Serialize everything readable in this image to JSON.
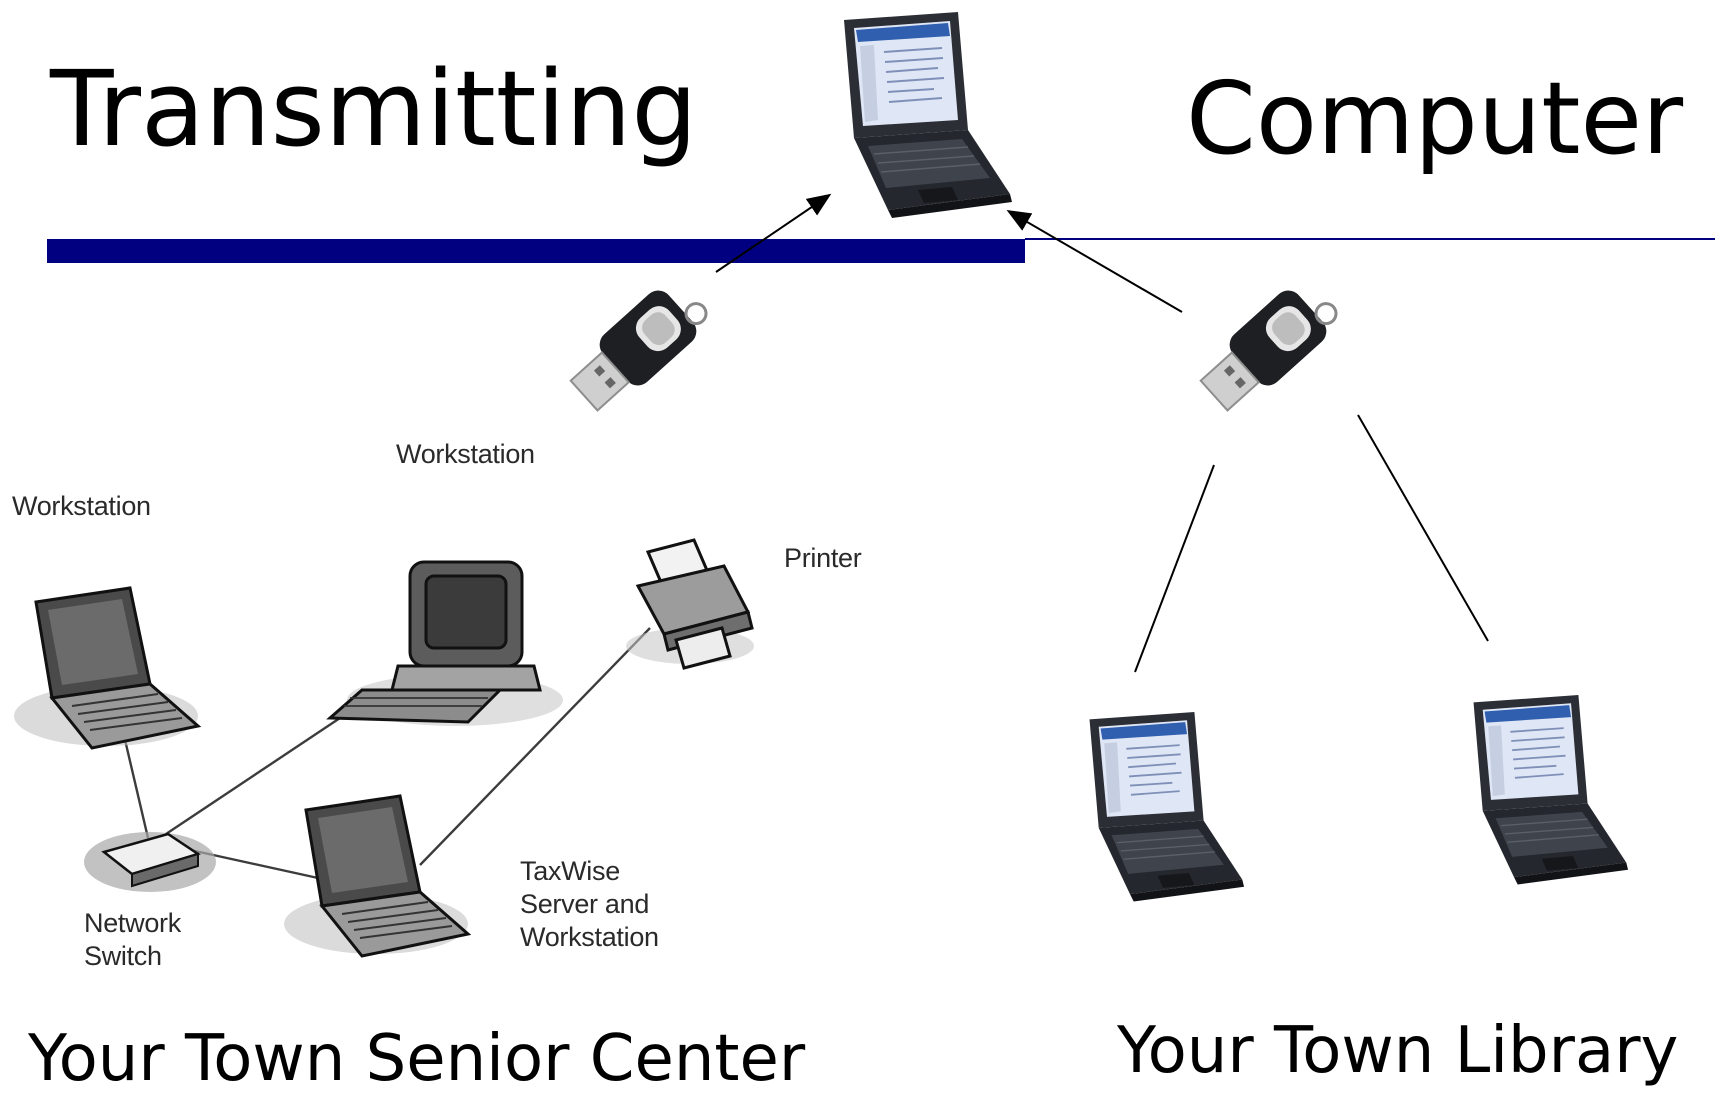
{
  "slide": {
    "title_left": "Transmitting",
    "title_right": "Computer",
    "accent_color": "#000080"
  },
  "senior_center": {
    "caption": "Your Town Senior Center",
    "labels": {
      "workstation_1": "Workstation",
      "workstation_2": "Workstation",
      "printer": "Printer",
      "taxwise_line1": "TaxWise",
      "taxwise_line2": "Server and",
      "taxwise_line3": "Workstation",
      "switch_line1": "Network",
      "switch_line2": "Switch"
    }
  },
  "library": {
    "caption": "Your Town Library"
  },
  "icons": [
    "laptop-icon",
    "usb-flash-drive-icon",
    "crt-desktop-icon",
    "printer-icon",
    "network-switch-icon"
  ]
}
